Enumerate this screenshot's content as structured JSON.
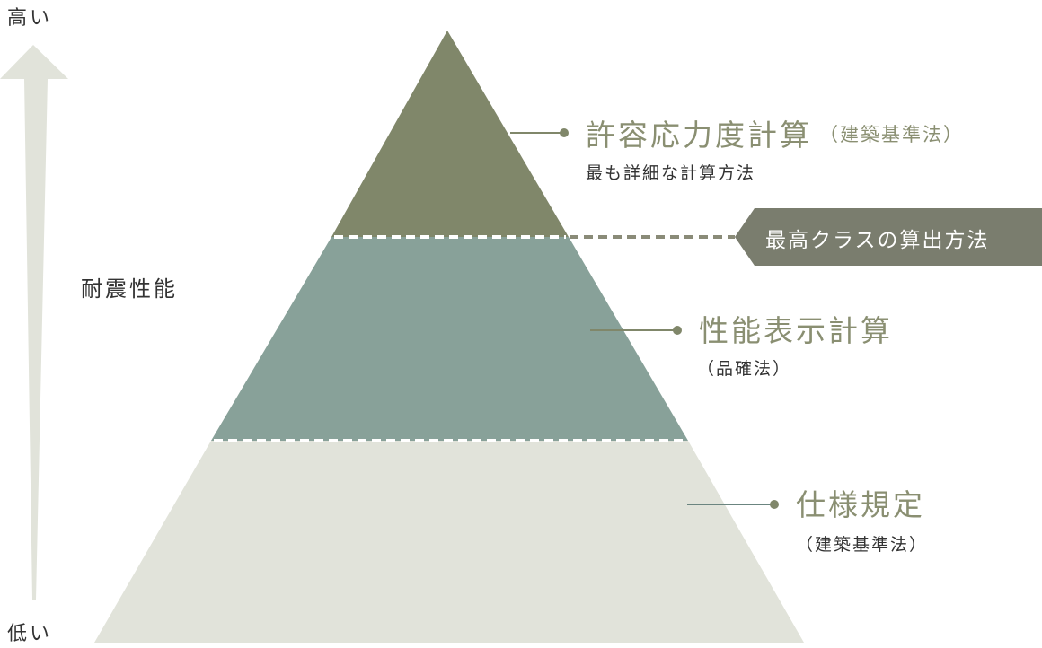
{
  "axis": {
    "high_label": "高い",
    "low_label": "低い",
    "name": "耐震性能",
    "arrow_color": "#e1e3da"
  },
  "tiers": [
    {
      "title": "許容応力度計算",
      "law": "（建築基準法）",
      "description": "最も詳細な計算方法",
      "color": "#80876a"
    },
    {
      "title": "性能表示計算",
      "law": "（品確法）",
      "color": "#88a199"
    },
    {
      "title": "仕様規定",
      "law": "（建築基準法）",
      "color": "#e1e3da"
    }
  ],
  "badge": {
    "label": "最高クラスの算出方法",
    "color": "#7a7d6e"
  },
  "colors": {
    "title_text": "#8a8f72",
    "body_text": "#333333",
    "leader_dot": "#80876a",
    "leader_line_bottom": "#6b8580"
  }
}
